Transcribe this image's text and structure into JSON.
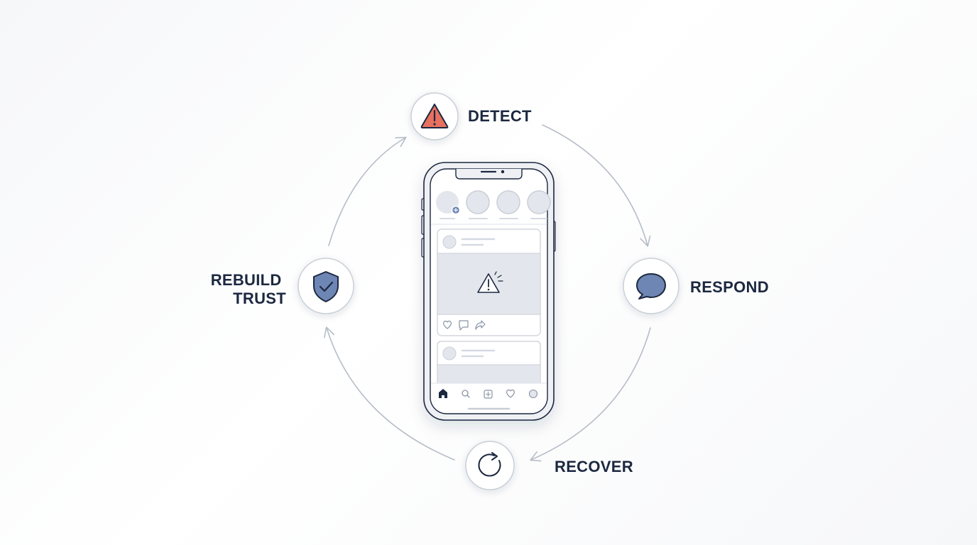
{
  "cycle": {
    "steps": [
      {
        "label": "DETECT",
        "icon": "warning-triangle-icon",
        "accent": "#e8705f"
      },
      {
        "label": "RESPOND",
        "icon": "speech-bubble-icon",
        "accent": "#6e86b4"
      },
      {
        "label": "RECOVER",
        "icon": "refresh-icon",
        "accent": "#1c2840"
      },
      {
        "label_line1": "REBUILD",
        "label_line2": "TRUST",
        "icon": "shield-check-icon",
        "accent": "#6e86b4"
      }
    ]
  },
  "phone": {
    "feed_alert_icon": "warning-triangle-icon",
    "nav_icons": [
      "home-icon",
      "search-icon",
      "add-post-icon",
      "heart-icon",
      "profile-icon"
    ]
  },
  "colors": {
    "ink": "#1c2840",
    "line": "#b7bdc7",
    "placeholder": "#e3e7ed",
    "accent_red": "#e8705f",
    "accent_blue": "#6e86b4"
  }
}
